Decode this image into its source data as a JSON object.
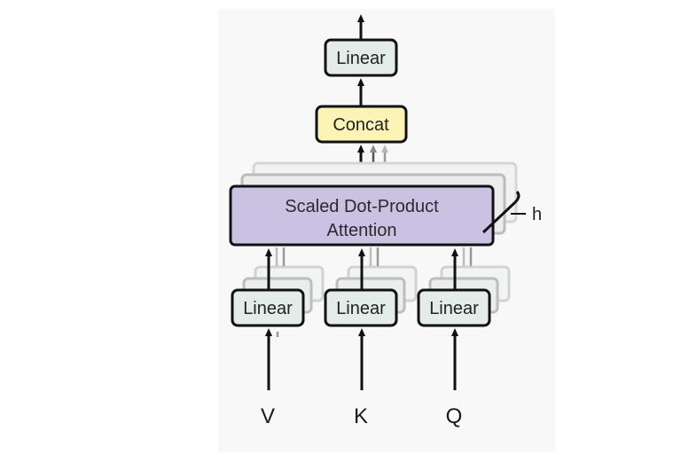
{
  "diagram": {
    "output_linear": {
      "label": "Linear",
      "color": "#e3ece9"
    },
    "concat": {
      "label": "Concat",
      "color": "#fbf4b4"
    },
    "attention": {
      "line1": "Scaled Dot-Product",
      "line2": "Attention",
      "color": "#cbc2e3"
    },
    "heads_label": "h",
    "input_linears": [
      {
        "label": "Linear",
        "color": "#e3ece9"
      },
      {
        "label": "Linear",
        "color": "#e3ece9"
      },
      {
        "label": "Linear",
        "color": "#e3ece9"
      }
    ],
    "inputs": [
      "V",
      "K",
      "Q"
    ]
  }
}
